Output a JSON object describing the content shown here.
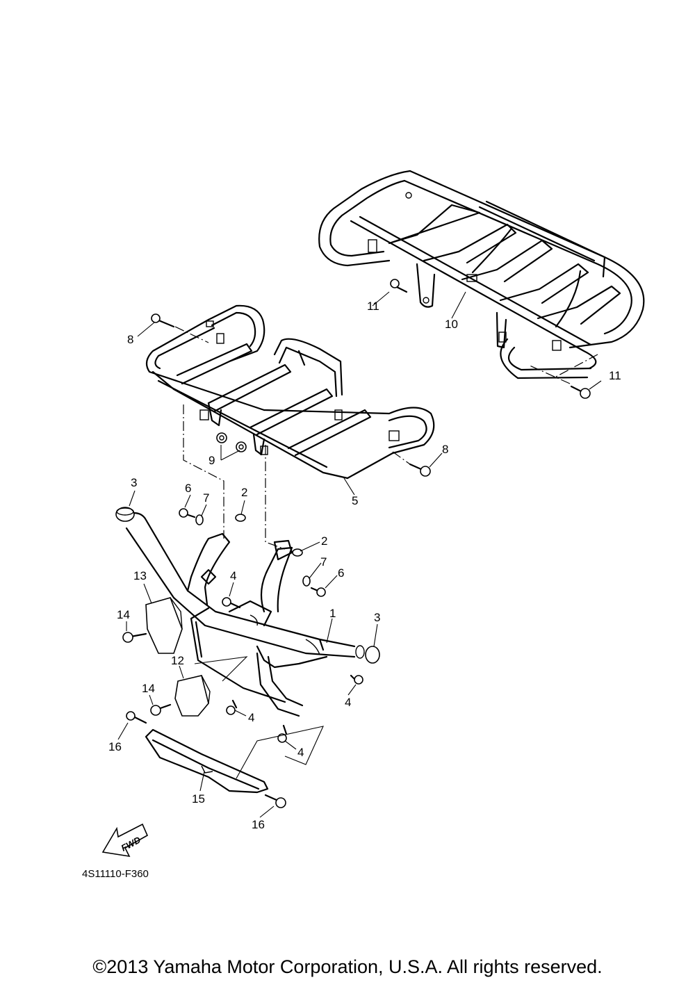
{
  "callouts": [
    {
      "n": "1"
    },
    {
      "n": "2"
    },
    {
      "n": "2"
    },
    {
      "n": "3"
    },
    {
      "n": "3"
    },
    {
      "n": "4"
    },
    {
      "n": "4"
    },
    {
      "n": "4"
    },
    {
      "n": "4"
    },
    {
      "n": "5"
    },
    {
      "n": "6"
    },
    {
      "n": "6"
    },
    {
      "n": "7"
    },
    {
      "n": "7"
    },
    {
      "n": "8"
    },
    {
      "n": "8"
    },
    {
      "n": "9"
    },
    {
      "n": "10"
    },
    {
      "n": "11"
    },
    {
      "n": "11"
    },
    {
      "n": "12"
    },
    {
      "n": "13"
    },
    {
      "n": "14"
    },
    {
      "n": "14"
    },
    {
      "n": "15"
    },
    {
      "n": "16"
    },
    {
      "n": "16"
    }
  ],
  "fwd_label": "FWD",
  "diagram_code": "4S11110-F360",
  "copyright": "©2013 Yamaha Motor Corporation, U.S.A. All rights reserved."
}
